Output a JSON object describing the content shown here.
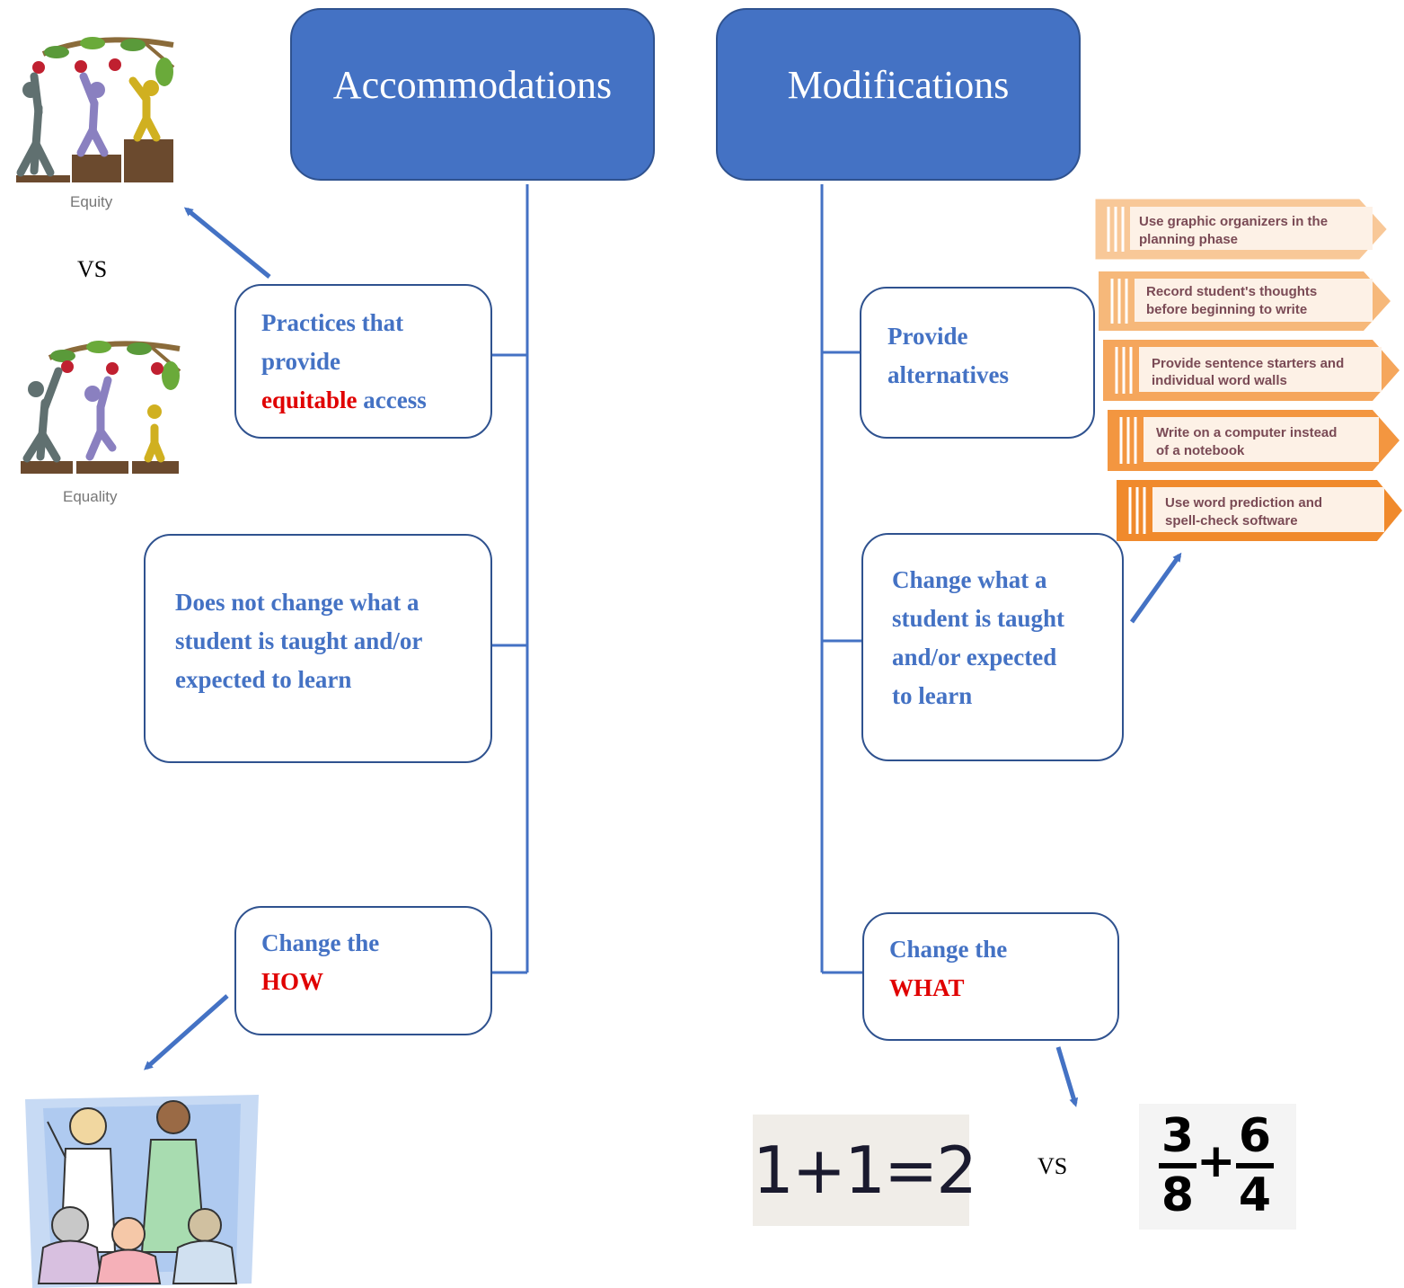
{
  "left": {
    "header": "Accommodations",
    "node1": {
      "line1": "Practices that",
      "line2": "provide",
      "highlight": "equitable",
      "rest": " access"
    },
    "node2": {
      "line1": "Does not change what a",
      "line2": "student is taught and/or",
      "line3": "expected to learn"
    },
    "node3": {
      "line1": "Change the",
      "highlight": "HOW"
    }
  },
  "right": {
    "header": "Modifications",
    "node1": {
      "line1": "Provide",
      "line2": "alternatives"
    },
    "node2": {
      "line1": "Change what a",
      "line2": "student is taught",
      "line3": "and/or expected",
      "line4": "to learn"
    },
    "node3": {
      "line1": "Change the",
      "highlight": "WHAT"
    }
  },
  "illustrations": {
    "equity_caption": "Equity",
    "equality_caption": "Equality",
    "vs_top": "VS",
    "vs_bottom": "VS",
    "simple_math": "1+1=2",
    "fraction_math": {
      "a_num": "3",
      "a_den": "8",
      "op": "+",
      "b_num": "6",
      "b_den": "4"
    }
  },
  "tips": [
    {
      "line1": "Use graphic organizers in the",
      "line2": "planning phase"
    },
    {
      "line1": "Record student's thoughts",
      "line2": "before beginning to write"
    },
    {
      "line1": "Provide sentence starters and",
      "line2": "individual word walls"
    },
    {
      "line1": "Write on a computer instead",
      "line2": "of a notebook"
    },
    {
      "line1": "Use word prediction and",
      "line2": "spell-check software"
    }
  ],
  "colors": {
    "primary": "#4472c4",
    "border": "#2f528f",
    "highlight": "#e00000",
    "tip_orange": "#f5a050"
  }
}
